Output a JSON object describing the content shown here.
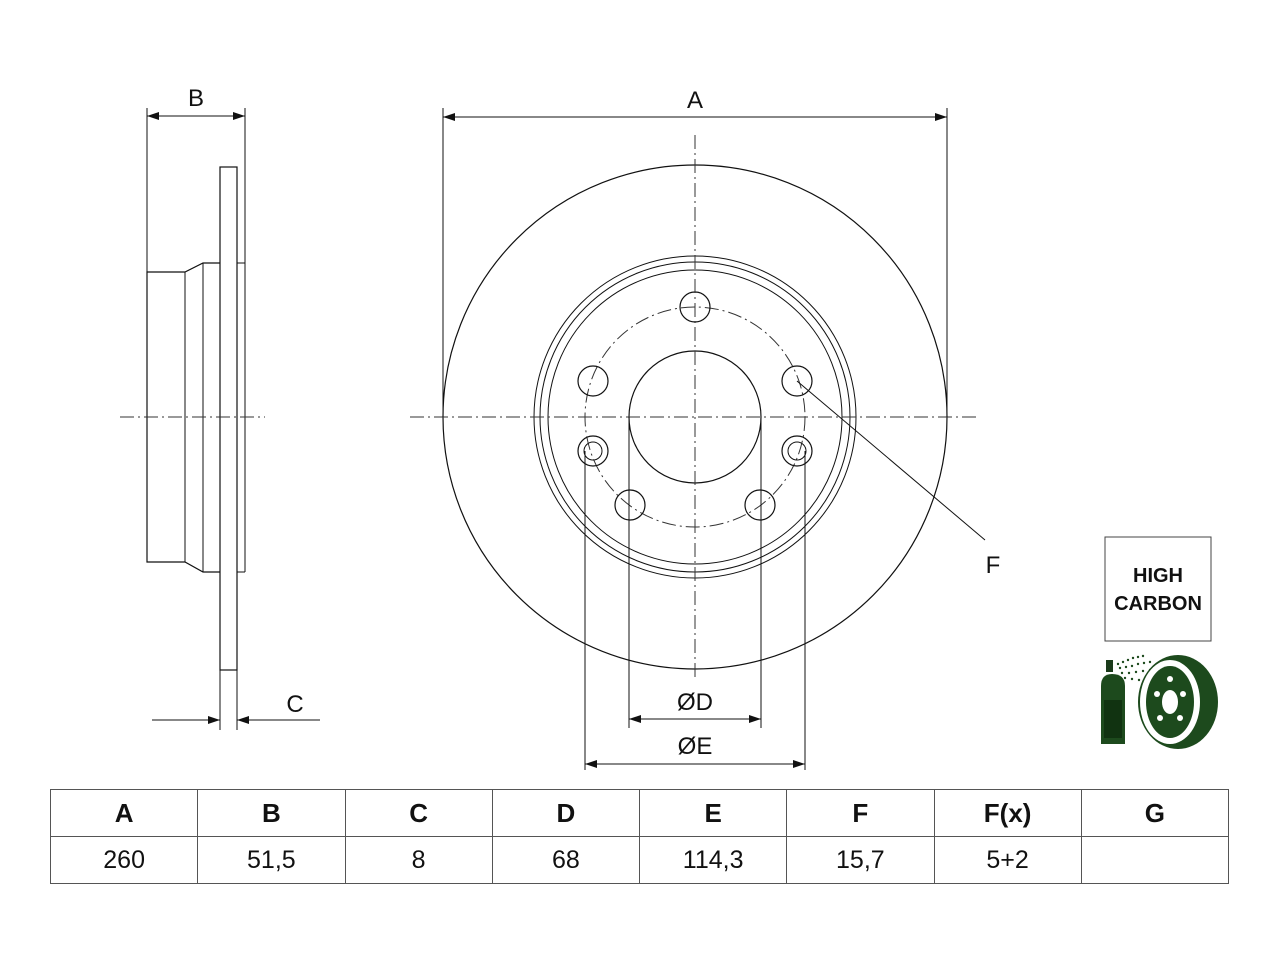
{
  "dimension_labels": {
    "A": "A",
    "B": "B",
    "C": "C",
    "D": "ØD",
    "E": "ØE",
    "F": "F"
  },
  "badge": {
    "line1": "HIGH",
    "line2": "CARBON"
  },
  "icon": "coated-brake-disc-spray-icon",
  "table": {
    "headers": [
      "A",
      "B",
      "C",
      "D",
      "E",
      "F",
      "F(x)",
      "G"
    ],
    "values": [
      "260",
      "51,5",
      "8",
      "68",
      "114,3",
      "15,7",
      "5+2",
      ""
    ]
  }
}
